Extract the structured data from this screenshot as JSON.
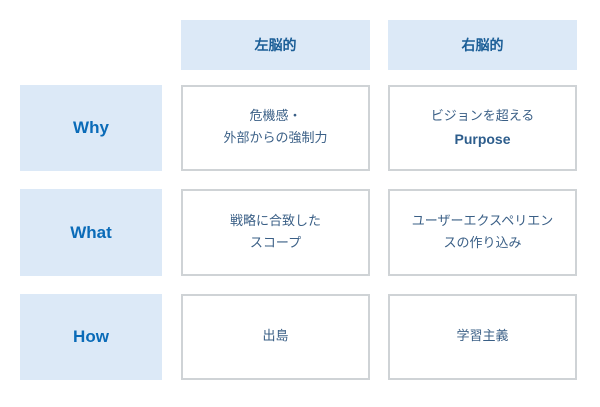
{
  "columns": [
    "左脳的",
    "右脳的"
  ],
  "rows": [
    {
      "label": "Why",
      "left": [
        "危機感・",
        "外部からの強制力"
      ],
      "right": [
        "ビジョンを超える",
        "Purpose"
      ]
    },
    {
      "label": "What",
      "left": [
        "戦略に合致した",
        "スコープ"
      ],
      "right": [
        "ユーザーエクスペリエン",
        "スの作り込み"
      ]
    },
    {
      "label": "How",
      "left": [
        "出島"
      ],
      "right": [
        "学習主義"
      ]
    }
  ]
}
